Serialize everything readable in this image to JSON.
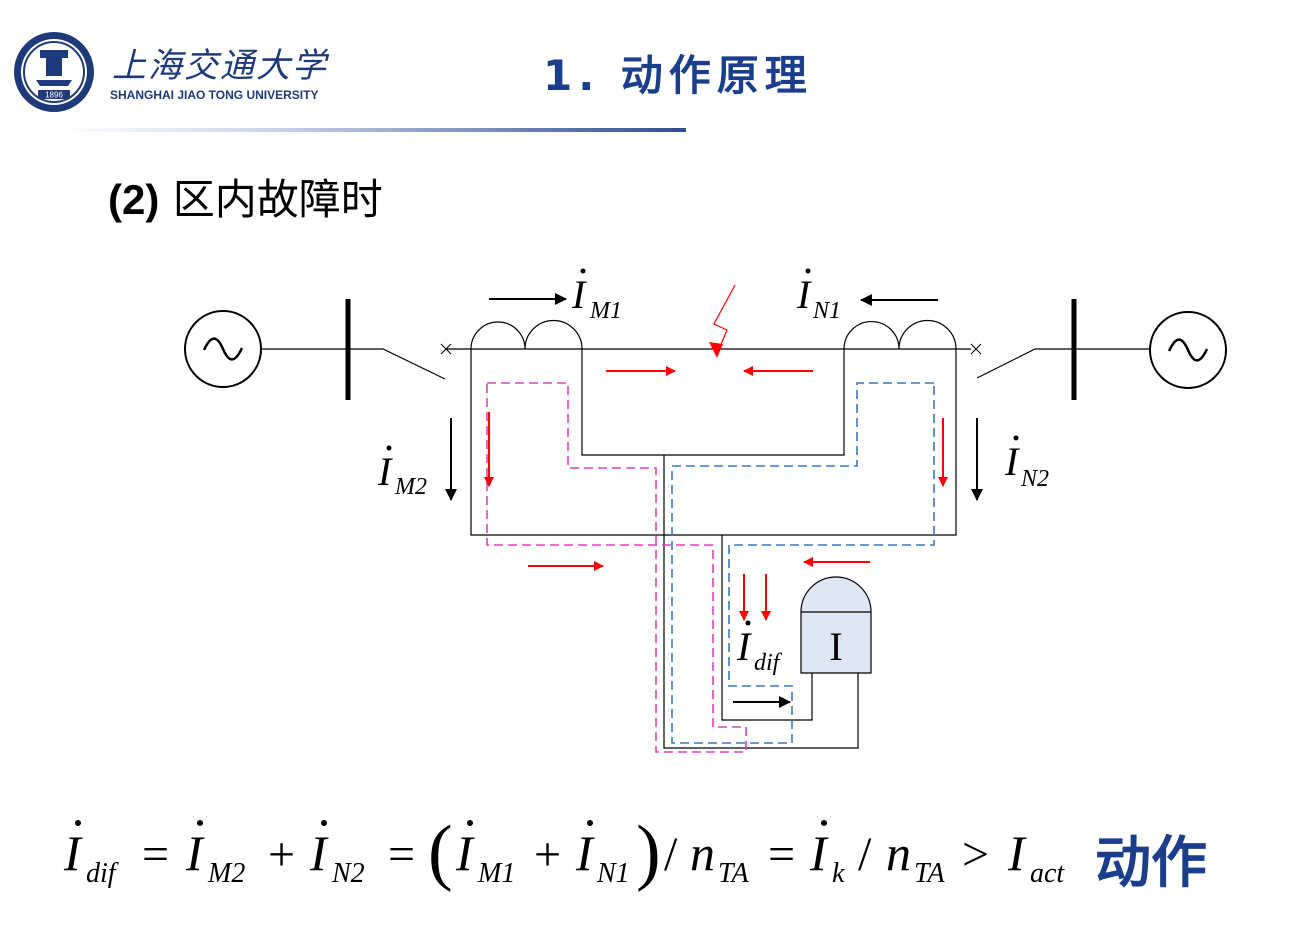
{
  "header": {
    "logo_cn": "上海交通大学",
    "logo_en": "SHANGHAI  JIAO TONG  UNIVERSITY",
    "logo_year": "1896",
    "title": "1. 动作原理"
  },
  "section": {
    "number": "(2)",
    "heading": "区内故障时"
  },
  "diagram": {
    "relay_label": "I",
    "current_labels": {
      "m1_sub": "M1",
      "n1_sub": "N1",
      "m2_sub": "M2",
      "n2_sub": "N2",
      "dif_sub": "dif",
      "symbol": "I"
    }
  },
  "formula": {
    "dif": "dif",
    "m2": "M2",
    "n2": "N2",
    "m1": "M1",
    "n1": "N1",
    "ta": "TA",
    "k": "k",
    "act": "act",
    "n": "n",
    "action": "动作"
  },
  "colors": {
    "brand_blue": "#1a3e8c",
    "current_arrow": "#ff0000",
    "m_side_path": "#e040c0",
    "n_side_path": "#3a78c0",
    "relay_fill": "#dde6f2"
  }
}
